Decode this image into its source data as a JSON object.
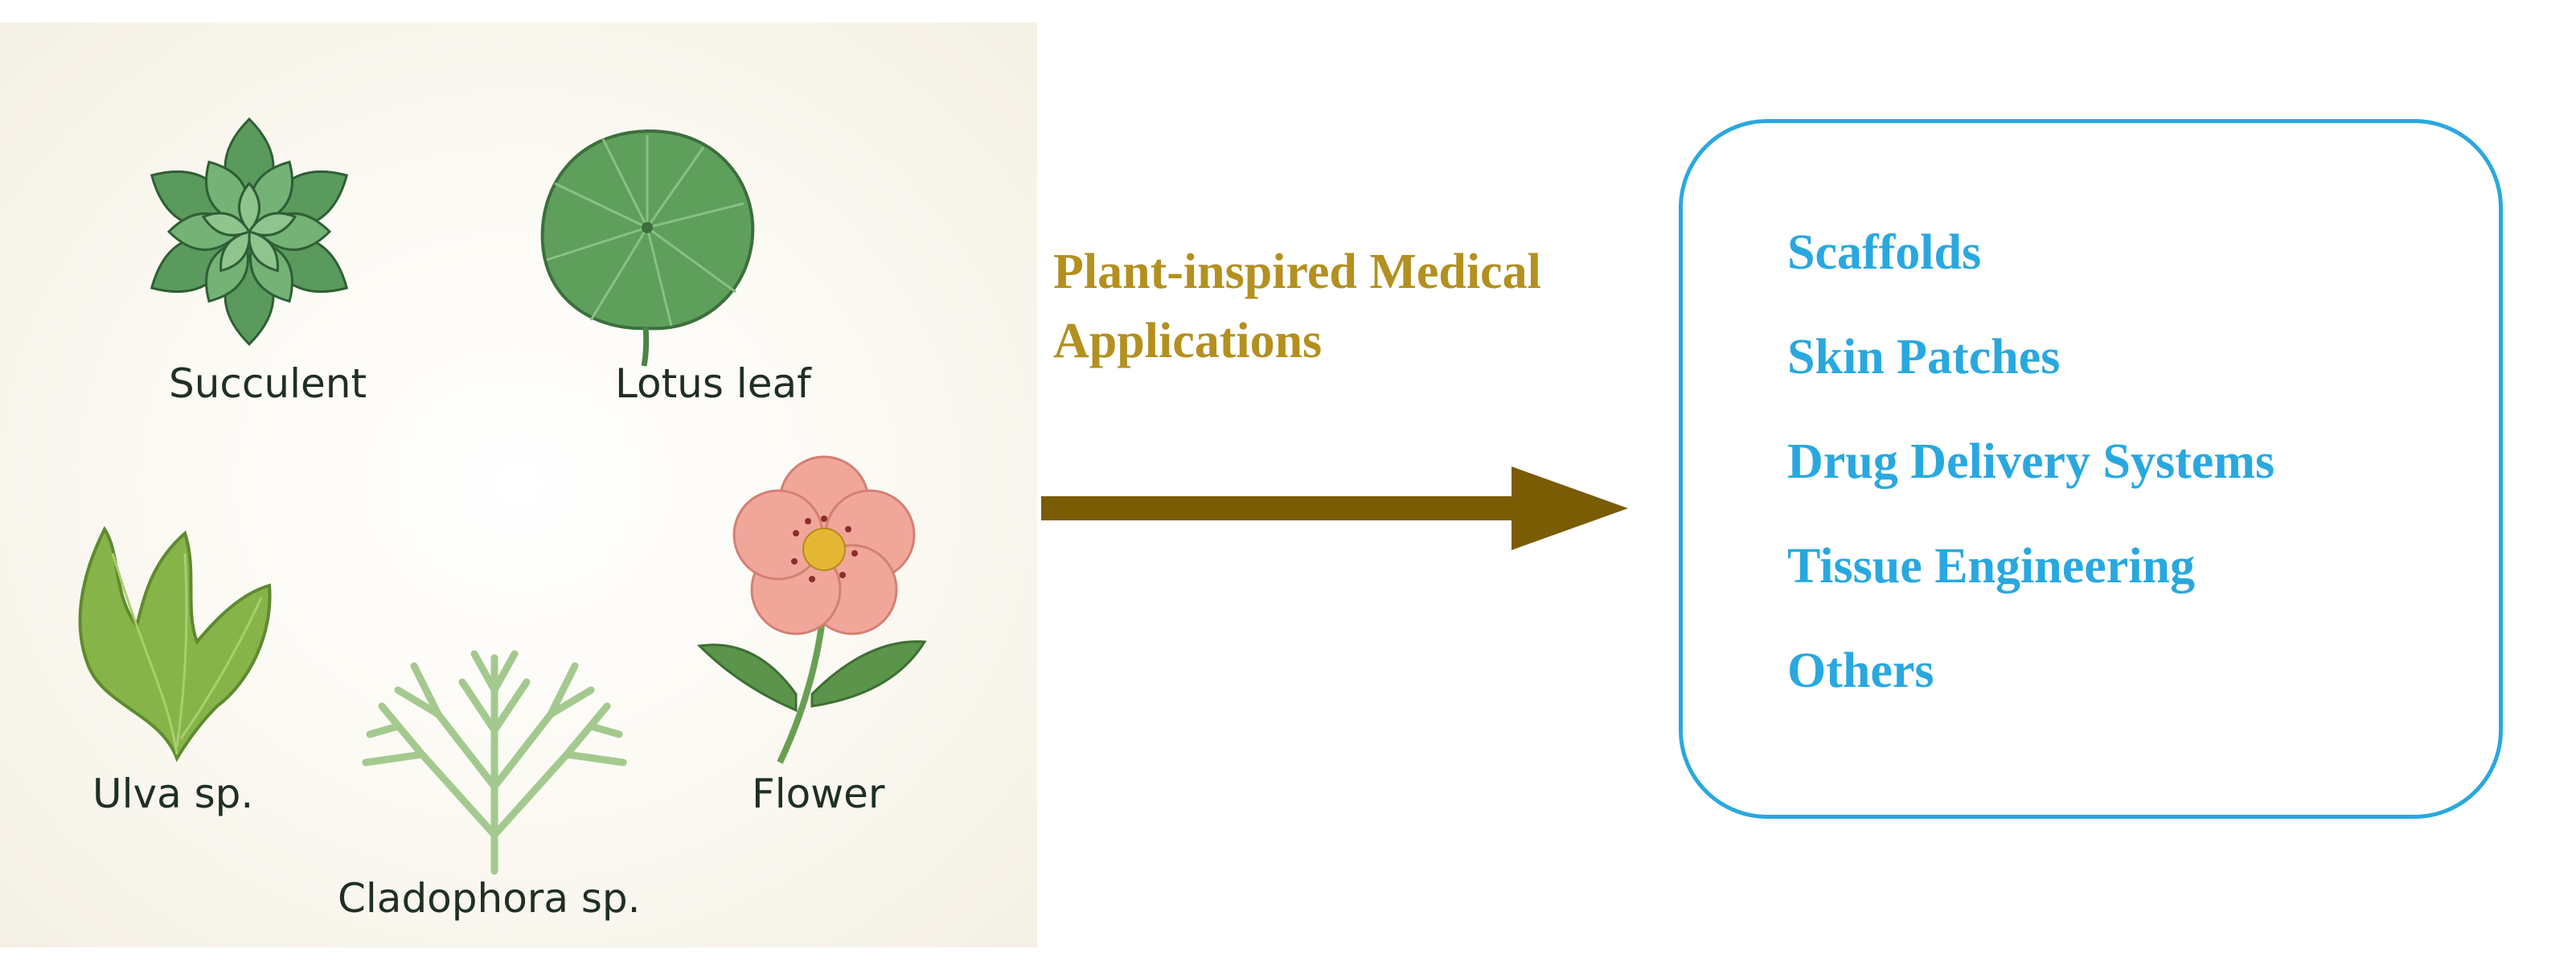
{
  "plants": [
    {
      "id": "succulent",
      "label": "Succulent",
      "icon": "succulent-icon"
    },
    {
      "id": "lotus",
      "label": "Lotus leaf",
      "icon": "lotus-leaf-icon"
    },
    {
      "id": "ulva",
      "label": "Ulva sp.",
      "icon": "ulva-icon"
    },
    {
      "id": "flower",
      "label": "Flower",
      "icon": "flower-icon"
    },
    {
      "id": "cladophora",
      "label": "Cladophora sp.",
      "icon": "cladophora-icon"
    }
  ],
  "arrow": {
    "title_line1": "Plant-inspired Medical",
    "title_line2": "Applications",
    "color": "#7a5c05",
    "title_color": "#b3901f"
  },
  "applications": {
    "border_color": "#29a8df",
    "items": [
      "Scaffolds",
      "Skin Patches",
      "Drug Delivery Systems",
      "Tissue Engineering",
      "Others"
    ]
  }
}
